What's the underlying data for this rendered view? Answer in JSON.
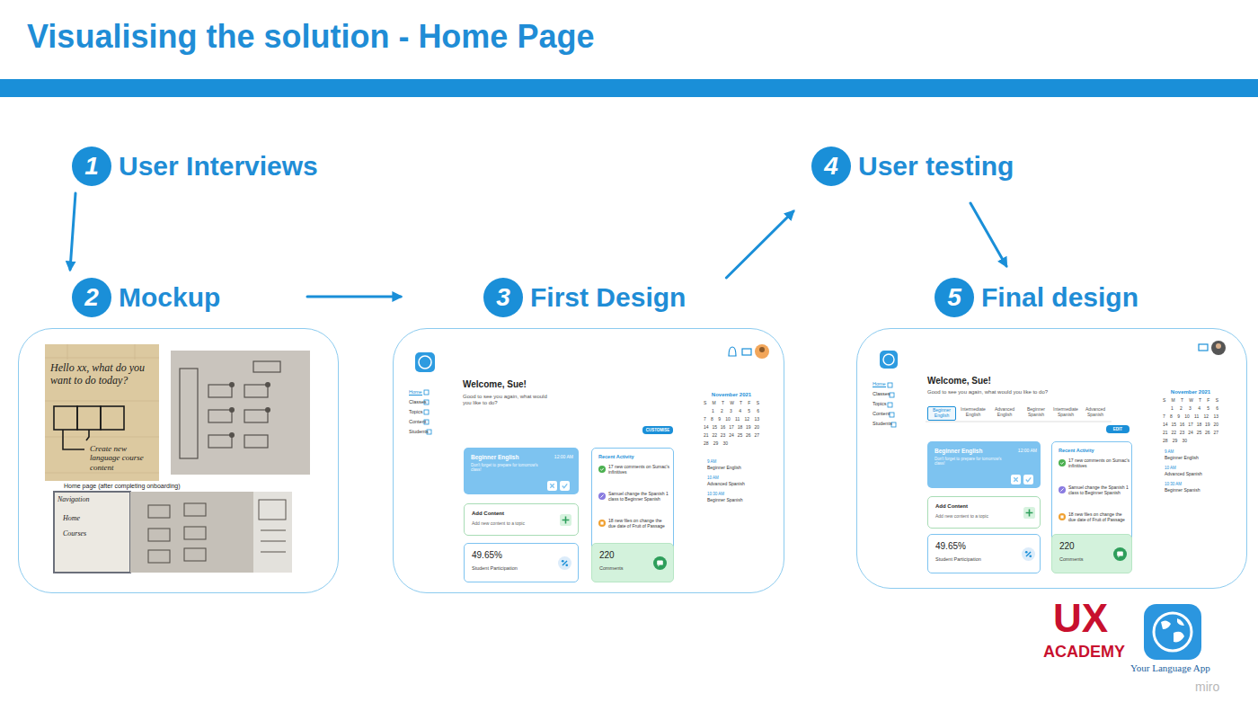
{
  "diagram": {
    "title": "Visualising the solution - Home Page",
    "nodes": [
      {
        "text": [
          "1",
          "User Interviews"
        ]
      },
      {
        "text": [
          "2",
          "Mockup"
        ]
      },
      {
        "text": [
          "3",
          "First Design"
        ]
      },
      {
        "text": [
          "4",
          "User testing"
        ]
      },
      {
        "text": [
          "5",
          "Final design"
        ]
      },
      {
        "text": [
          "Home page (after completing onboarding)"
        ]
      },
      {
        "text": [
          "Welcome, Sue!",
          "Good to see you again, what would you like to do?"
        ]
      },
      {
        "text": [
          "Beginner English",
          "12:00 AM",
          "Don't forget to prepare for tomorrow's class!"
        ],
        "in": 6
      },
      {
        "text": [
          "Recent Activity",
          "17 new comments on Sumac's infinitives",
          "Samuel change the Spanish 1 class to Beginner Spanish",
          "18 new files on change the due date of Fruit of Passage"
        ],
        "in": 6
      },
      {
        "text": [
          "Add Content",
          "Add new content to a topic"
        ],
        "in": 6
      },
      {
        "text": [
          "49.65%",
          "Student Participation"
        ],
        "in": 6
      },
      {
        "text": [
          "220",
          "Comments"
        ],
        "in": 6
      },
      {
        "text": [
          "Welcome, Sue!",
          "Good to see you again, what would you like to do?"
        ]
      },
      {
        "text": [
          "Beginner English",
          "12:00 AM",
          "Don't forget to prepare for tomorrow's class!"
        ],
        "in": 12
      },
      {
        "text": [
          "Recent Activity",
          "17 new comments on Sumac's infinitives",
          "Samuel change the Spanish 1 class to Beginner Spanish",
          "18 new files on change the due date of Fruit of Passage"
        ],
        "in": 12
      },
      {
        "text": [
          "Add Content",
          "Add new content to a topic"
        ],
        "in": 12
      },
      {
        "text": [
          "49.65%",
          "Student Participation"
        ],
        "in": 12
      },
      {
        "text": [
          "220",
          "Comments"
        ],
        "in": 12
      }
    ],
    "edges": [
      {
        "from": 0,
        "to": 1,
        "arrow": "to"
      },
      {
        "from": 1,
        "to": 2,
        "arrow": "to"
      },
      {
        "from": 2,
        "to": 3,
        "arrow": "to"
      },
      {
        "from": 3,
        "to": 4,
        "arrow": "to"
      }
    ],
    "labels": [
      "Hello xx, what do you want to do today?",
      "Create new language course content",
      "Navigation",
      "Home",
      "Courses",
      "Home",
      "Classes",
      "Topics",
      "Content",
      "Students",
      "CUSTOMISE",
      "November 2021",
      "S M T W T F S",
      "1 2 3 4 5 6",
      "7 8 9 10 11 12 13",
      "14 15 16 17 18 19 20",
      "21 22 23 24 25 26 27",
      "28 29 30",
      "9 AM",
      "Beginner English",
      "10 AM",
      "Advanced Spanish",
      "10:30 AM",
      "Beginner Spanish",
      "Home",
      "Classes",
      "Topics",
      "Content",
      "Students",
      "Beginner English",
      "Intermediate English",
      "Advanced English",
      "Beginner Spanish",
      "Intermediate Spanish",
      "Advanced Spanish",
      "EDIT",
      "November 2021",
      "S M T W T F S",
      "1 2 3 4 5 6",
      "7 8 9 10 11 12 13",
      "14 15 16 17 18 19 20",
      "21 22 23 24 25 26 27",
      "28 29 30",
      "9 AM",
      "Beginner English",
      "10 AM",
      "Advanced Spanish",
      "10:30 AM",
      "Beginner Spanish",
      "UX",
      "ACADEMY",
      "Your Language App",
      "miro"
    ]
  }
}
